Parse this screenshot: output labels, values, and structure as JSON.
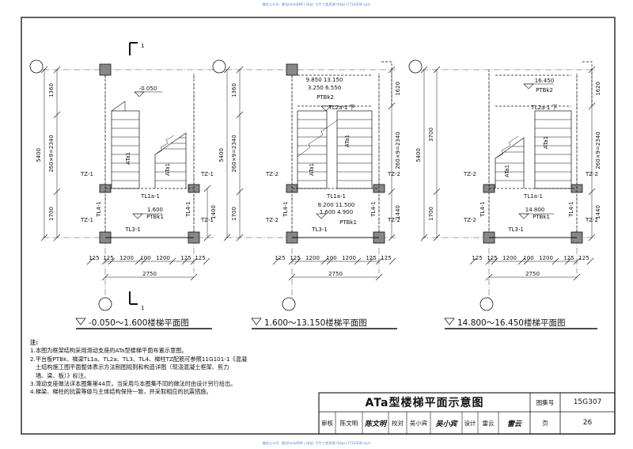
{
  "watermark": {
    "top": "微信公众号: 建设helloBIM | 网站: 大牛工程资源 https://732008.xyz/",
    "bottom": "微信公众号: 建设helloBIM | 网站: 大牛工程资源 https://732008.xyz/"
  },
  "plans": [
    {
      "title": "-0.050～1.600楼梯平面图",
      "dims": {
        "total": "5400",
        "upper": "1360",
        "flight": "260×9=2340",
        "lower": "1700",
        "right_lower": "1400",
        "bottom_segments": [
          "125",
          "125",
          "1200",
          "100",
          "1200",
          "125",
          "125"
        ],
        "bottom_total": "2750"
      },
      "labels": {
        "top_level": "-0.050",
        "flight_left": "ATa1",
        "flight_right": "ATa1",
        "tz_upper_left": "TZ-1",
        "tz_upper_right": "TZ-1",
        "tz_lower_left": "TZ-1",
        "tz_lower_right": "TZ-1",
        "tl_left": "TL4-1",
        "tl_right": "TL4-1",
        "tl1a": "TL1a-1",
        "tl3": "TL3-1",
        "landing_levels": [
          "1.600"
        ],
        "ptbk": "PTBk1",
        "section_mark_top": "1",
        "section_mark_bottom": "1"
      }
    },
    {
      "title": "1.600～13.150楼梯平面图",
      "dims": {
        "total": "5400",
        "upper": "1360",
        "flight": "260×9=2340",
        "lower": "1700",
        "right_upper": "1620",
        "right_mid": "260×9=2340",
        "right_lower": "1440",
        "bottom_segments": [
          "125",
          "125",
          "1200",
          "100",
          "1200",
          "125",
          "125"
        ],
        "bottom_total": "2750"
      },
      "labels": {
        "top_levels": [
          "9.850  13.150",
          "3.250   6.550"
        ],
        "top_ptbk": "PTBk2",
        "tl2a": "TL2a-1 下",
        "flight_left": "ATa1",
        "flight_right": "ATa1",
        "tz_upper_left": "TZ-2",
        "tz_upper_right": "TZ-2",
        "tz_lower_left": "TZ-2",
        "tz_lower_right": "TZ-2",
        "tl_left": "TL4-1",
        "tl_right": "TL4-1",
        "tl1a": "TL1a-1",
        "tl3": "TL3-1",
        "landing_levels": [
          "8.200  11.500",
          "1.600   4.900"
        ],
        "ptbk": "PTBk1"
      }
    },
    {
      "title": "14.800～16.450楼梯平面图",
      "dims": {
        "total": "5400",
        "upper": "3700",
        "lower": "1700",
        "right_upper": "1620",
        "right_mid": "260×9=2340",
        "right_lower": "1440",
        "bottom_segments": [
          "125",
          "125",
          "1200",
          "100",
          "1200",
          "125",
          "125"
        ],
        "bottom_total": "2750"
      },
      "labels": {
        "top_levels": [
          "16.450"
        ],
        "top_ptbk": "PTBk2",
        "tl2a": "TL2a-1 下",
        "flight_left": "ATa1",
        "flight_right": "ATa1",
        "tz_upper_left": "TZ-2",
        "tz_upper_right": "TZ-2",
        "tz_lower_left": "TZ-2",
        "tz_lower_right": "TZ-2",
        "tl_left": "TL4-1",
        "tl_right": "TL4-1",
        "tl1a": "TL1a-1",
        "tl3": "TL3-1",
        "landing_levels": [
          "14.800"
        ],
        "ptbk": "PTBk1"
      }
    }
  ],
  "notes": {
    "heading": "注:",
    "lines": [
      "1.本图为框架结构采用滑动支座的ATa型楼梯平面布置示意图。",
      "2.平台板PTBk、梯梁TL1a、TL2a、TL3、TL4、梯柱TZ配筋可参照11G101-1《混凝",
      "土结构施工图平面整体表示方法制图规则和构造详图（现浇混凝土框架、剪力",
      "墙、梁、板）》标注。",
      "3.滑动支座做法详本图集第44页，当采用与本图集不同的做法时由设计另行给出。",
      "4.梯梁、梯柱的抗震等级与主体结构保持一致，并采取相应的抗震措施。"
    ]
  },
  "title_block": {
    "title": "ATa型楼梯平面示意图",
    "atlas_label": "图集号",
    "atlas_no": "15G307",
    "row2": [
      "审核",
      "陈文明",
      "陈文明",
      "校对",
      "吴小宾",
      "吴小宾",
      "设计",
      "雷云",
      "雷云",
      "页"
    ],
    "page_no": "26"
  },
  "colors": {
    "line": "#111111",
    "watermark": "#4a7fd0"
  }
}
